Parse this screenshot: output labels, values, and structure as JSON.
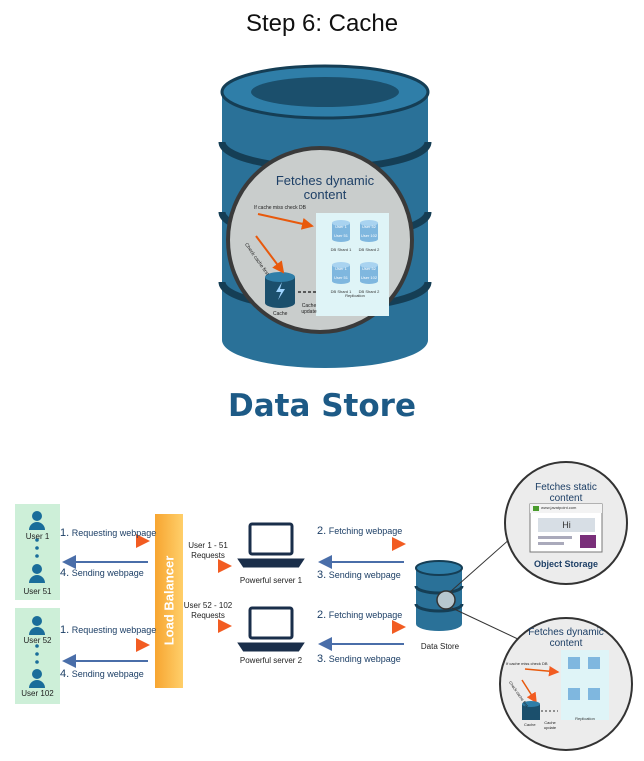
{
  "title": "Step 6: Cache",
  "hero": {
    "heading": [
      "Fetches dynamic",
      "content"
    ],
    "cache_miss_label": "If cache miss check DB",
    "check_cache_label": "Check cache first",
    "cache_label": "Cache",
    "cache_update_label": "Cache update",
    "replication_label": "Replication",
    "shards": [
      {
        "top": "User 1",
        "bottom": "User 51",
        "label": "DB Shard 1"
      },
      {
        "top": "User 52",
        "bottom": "User 102",
        "label": "DB Shard 2"
      },
      {
        "top": "User 1",
        "bottom": "User 51",
        "label": "DB Shard 1"
      },
      {
        "top": "User 52",
        "bottom": "User 102",
        "label": "DB Shard 2"
      }
    ]
  },
  "datastore_title": "Data Store",
  "diagram": {
    "users_top": [
      "User 1",
      "User 51"
    ],
    "users_bottom": [
      "User 52",
      "User 102"
    ],
    "requesting_label": "Requesting webpage",
    "sending_label": "Sending webpage",
    "step1": "1.",
    "step4": "4.",
    "step2": "2.",
    "step3": "3.",
    "load_balancer": "Load Balancer",
    "requests_top": [
      "User 1 - 51",
      "Requests"
    ],
    "requests_bottom": [
      "User 52 - 102",
      "Requests"
    ],
    "server1": "Powerful server 1",
    "server2": "Powerful server 2",
    "fetching_label": "Fetching webpage",
    "data_store": "Data Store",
    "static_heading": [
      "Fetches static",
      "content"
    ],
    "browser_url": "www.javatpoint.com",
    "browser_text": "Hi",
    "object_storage": "Object Storage",
    "dynamic_heading": [
      "Fetches dynamic",
      "content"
    ],
    "mini_cache_miss": "If cache miss check DB",
    "mini_check_cache": "Check cache first",
    "mini_cache": "Cache",
    "mini_cache_update": "Cache update",
    "mini_replication": "Replication"
  },
  "colors": {
    "db_blue": "#2a7198",
    "db_dark": "#153e55",
    "orange": "#f08a24",
    "arrow_blue": "#4a6ea9",
    "user_bg": "#cdefd8",
    "user_icon": "#1a6d9a",
    "title_blue": "#1d5a86"
  }
}
